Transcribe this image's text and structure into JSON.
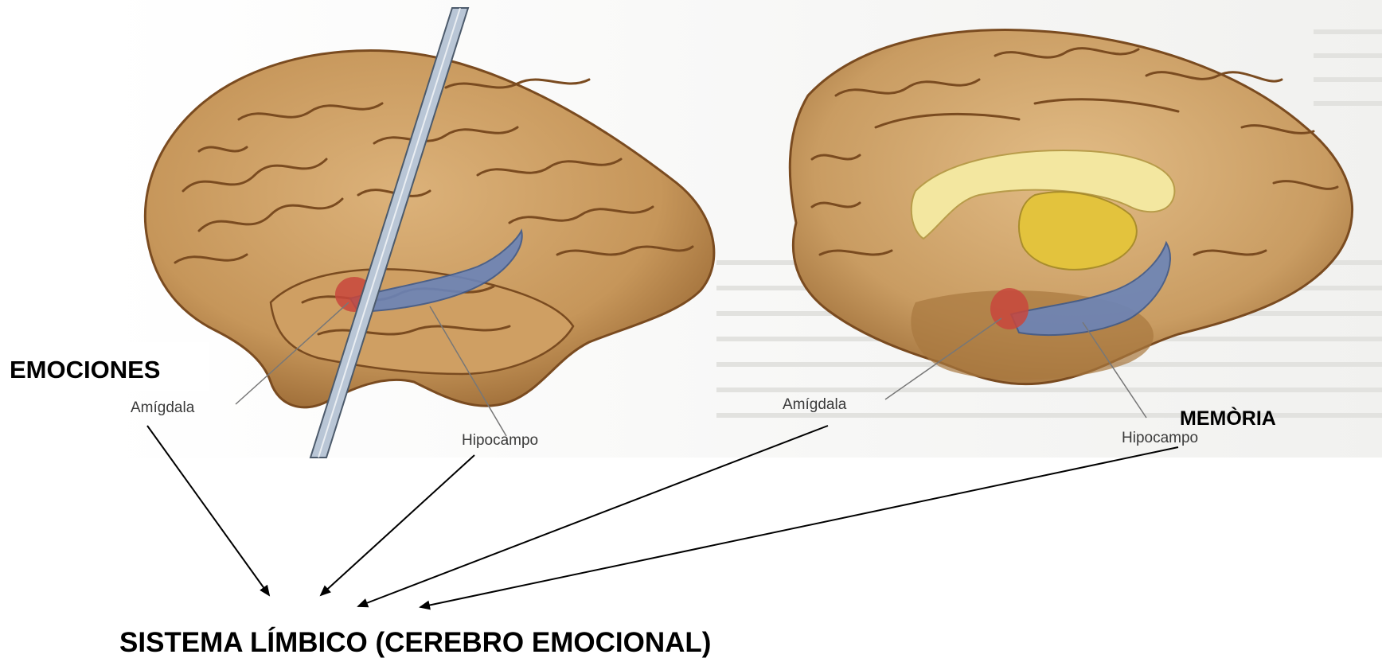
{
  "labels": {
    "emociones": "EMOCIONES",
    "memoria": "MEMÒRIA",
    "title": "SISTEMA LÍMBICO (CEREBRO EMOCIONAL)",
    "left_brain": {
      "amigdala": "Amígdala",
      "hipocampo": "Hipocampo"
    },
    "right_brain": {
      "amigdala": "Amígdala",
      "hipocampo": "Hipocampo"
    }
  },
  "colors": {
    "brain_tan": "#c89a5e",
    "brain_dark": "#8a5a2b",
    "hippocampus_blue": "#6b84b8",
    "amygdala_red": "#c8463c",
    "corpus_yellow": "#f3e7a0",
    "thalamus_yellow": "#e3c33d",
    "arrow": "#000000"
  },
  "icons": [
    "lateral-brain-illustration",
    "medial-brain-illustration",
    "probe-needle",
    "arrow"
  ]
}
